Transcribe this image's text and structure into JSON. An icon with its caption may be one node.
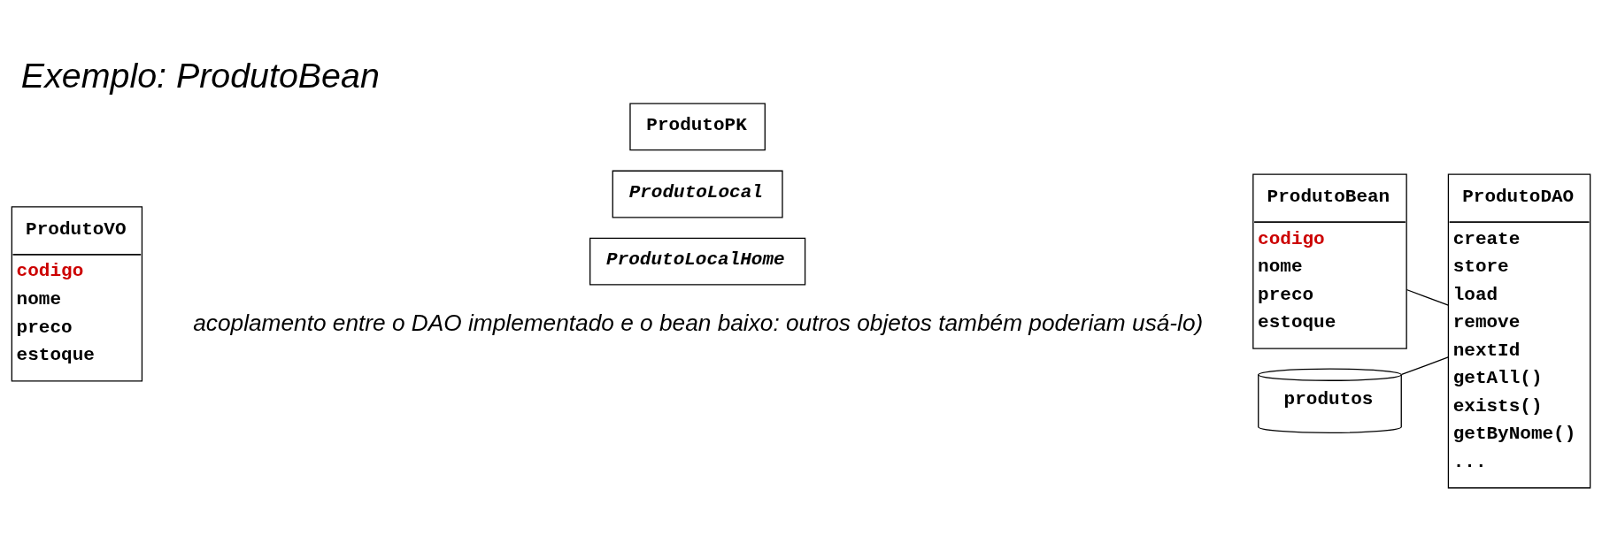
{
  "diagram": {
    "title": "Exemplo: ProdutoBean",
    "nodes": [
      {
        "text": [
          "ProdutoVO",
          "codigo",
          "nome",
          "preco",
          "estoque"
        ]
      },
      {
        "text": [
          "ProdutoLocal"
        ]
      },
      {
        "text": [
          "ProdutoLocalHome"
        ]
      },
      {
        "text": [
          "ProdutoPK"
        ]
      },
      {
        "text": [
          "ProdutoBean",
          "codigo",
          "nome",
          "preco",
          "estoque"
        ]
      },
      {
        "text": [
          "ProdutoDAO",
          "create",
          "store",
          "load",
          "remove",
          "nextId",
          "getAll()",
          "exists()",
          "getByNome()",
          "..."
        ]
      },
      {
        "text": [
          "produtos"
        ]
      }
    ],
    "edges": [
      {
        "from": 4,
        "to": 5,
        "arrow": "none"
      },
      {
        "from": 6,
        "to": 5,
        "arrow": "none"
      }
    ],
    "labels": [
      "acoplamento entre o DAO implementado e o bean baixo: outros objetos também poderiam usá-lo)"
    ]
  }
}
